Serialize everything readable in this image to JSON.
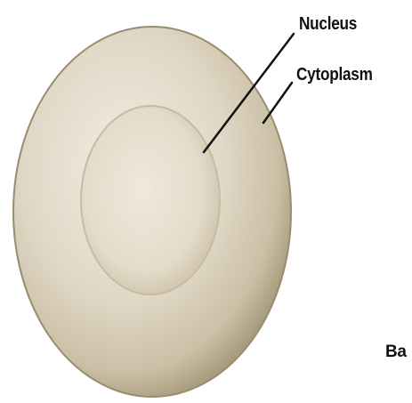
{
  "labels": {
    "nucleus": "Nucleus",
    "cytoplasm": "Cytoplasm",
    "partial": "Ba"
  },
  "colors": {
    "cell_edge": "#a6977a",
    "cell_fill": "#d7ceba",
    "cell_highlight": "#f1ece2",
    "nucleus_fill": "#e8e1d1",
    "nucleus_edge": "#c2b69e",
    "leader_lines": "#111111"
  }
}
